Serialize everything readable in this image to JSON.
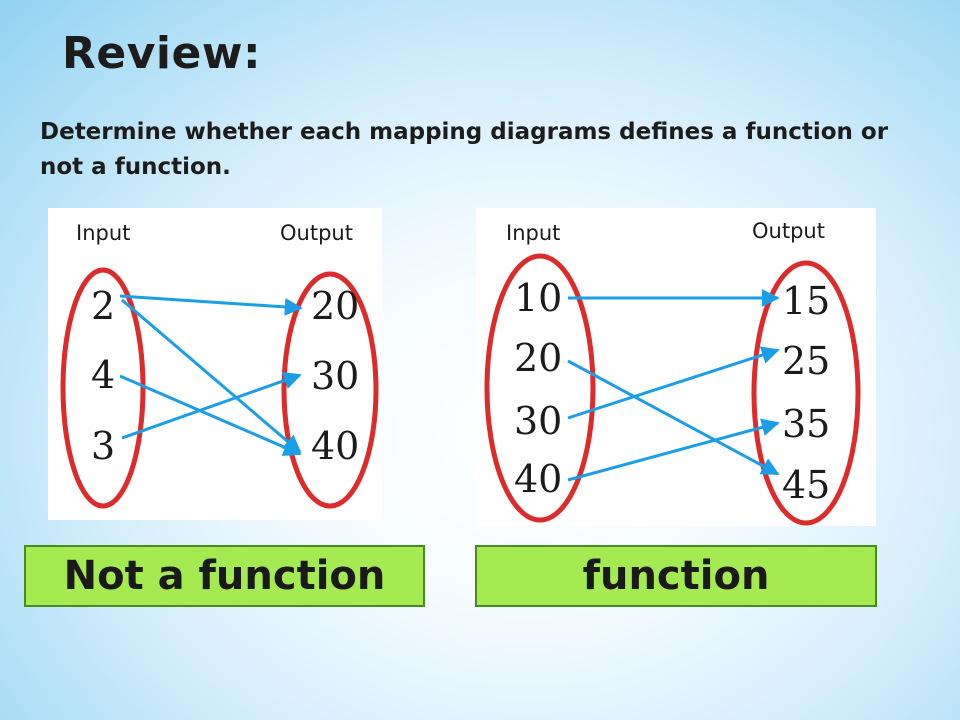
{
  "title": "Review:",
  "instruction": "Determine whether each mapping diagrams defines a function or not a function.",
  "colors": {
    "oval": "#dd2a2a",
    "arrow": "#1a9ee8",
    "answer_fill": "#a6ea52",
    "answer_border": "#4b8a22"
  },
  "diagrams": [
    {
      "input_label": "Input",
      "output_label": "Output",
      "inputs": [
        "2",
        "4",
        "3"
      ],
      "outputs": [
        "20",
        "30",
        "40"
      ],
      "mappings": [
        [
          "2",
          "20"
        ],
        [
          "2",
          "40"
        ],
        [
          "4",
          "40"
        ],
        [
          "3",
          "30"
        ]
      ],
      "answer": "Not a function"
    },
    {
      "input_label": "Input",
      "output_label": "Output",
      "inputs": [
        "10",
        "20",
        "30",
        "40"
      ],
      "outputs": [
        "15",
        "25",
        "35",
        "45"
      ],
      "mappings": [
        [
          "10",
          "15"
        ],
        [
          "20",
          "45"
        ],
        [
          "30",
          "25"
        ],
        [
          "40",
          "35"
        ]
      ],
      "answer": "function"
    }
  ]
}
